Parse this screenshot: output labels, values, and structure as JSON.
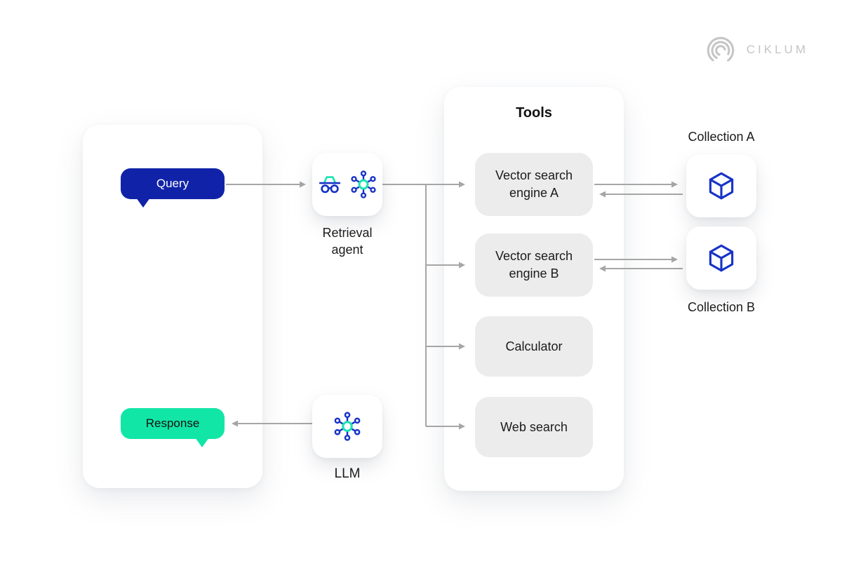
{
  "brand": {
    "name": "CIKLUM"
  },
  "colors": {
    "query_blue": "#1023A8",
    "response_green": "#12E6A6",
    "icon_blue": "#1733C7",
    "icon_teal": "#1BE3B2",
    "arrow_gray": "#A6A6A6",
    "tool_box_gray": "#ECECEC",
    "logo_gray": "#C5C5C5"
  },
  "user_panel": {
    "query_label": "Query",
    "response_label": "Response"
  },
  "agents": {
    "retrieval_label": "Retrieval agent",
    "llm_label": "LLM"
  },
  "tools_panel": {
    "title": "Tools",
    "tools": [
      {
        "label": "Vector search engine A"
      },
      {
        "label": "Vector search engine B"
      },
      {
        "label": "Calculator"
      },
      {
        "label": "Web search"
      }
    ]
  },
  "collections": [
    {
      "label": "Collection A"
    },
    {
      "label": "Collection B"
    }
  ],
  "icons": {
    "retrieval_agent": [
      "incognito-agent-icon",
      "hub-network-icon"
    ],
    "llm": "hub-network-icon",
    "collection": "cube-icon",
    "brand": "ciklum-arcs-logo"
  }
}
